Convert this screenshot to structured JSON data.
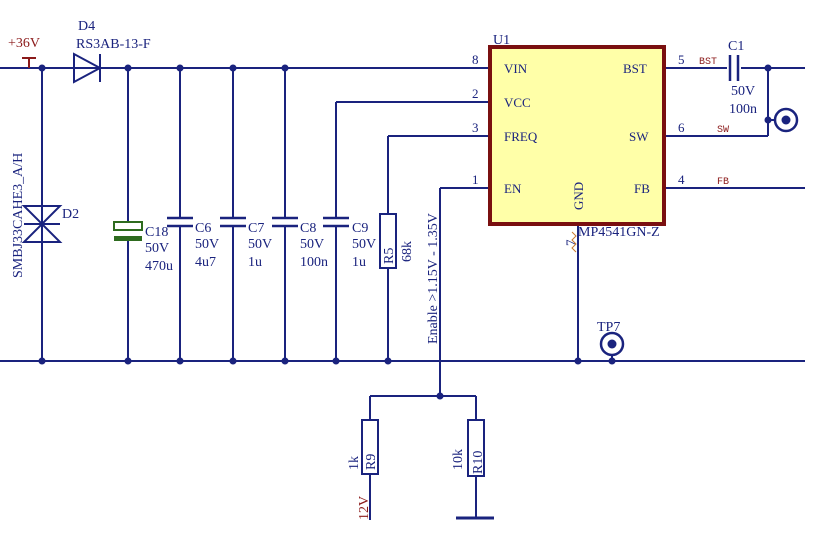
{
  "power": {
    "label": "+36V",
    "label2": "12V"
  },
  "u1": {
    "ref": "U1",
    "part": "MP4541GN-Z",
    "pins": [
      {
        "num": "8",
        "name": "VIN"
      },
      {
        "num": "2",
        "name": "VCC"
      },
      {
        "num": "3",
        "name": "FREQ"
      },
      {
        "num": "1",
        "name": "EN"
      },
      {
        "num": "5",
        "name": "BST"
      },
      {
        "num": "6",
        "name": "SW"
      },
      {
        "num": "4",
        "name": "FB"
      },
      {
        "num": "7",
        "name": "GND"
      }
    ]
  },
  "nets": {
    "bst": "BST",
    "sw": "SW",
    "fb": "FB"
  },
  "components": {
    "d4": {
      "ref": "D4",
      "value": "RS3AB-13-F"
    },
    "d2": {
      "ref": "D2",
      "value": "SMBJ33CAHE3_A/H"
    },
    "c18": {
      "ref": "C18",
      "v": "50V",
      "val": "470u"
    },
    "c6": {
      "ref": "C6",
      "v": "50V",
      "val": "4u7"
    },
    "c7": {
      "ref": "C7",
      "v": "50V",
      "val": "1u"
    },
    "c8": {
      "ref": "C8",
      "v": "50V",
      "val": "100n"
    },
    "c9": {
      "ref": "C9",
      "v": "50V",
      "val": "1u"
    },
    "c1": {
      "ref": "C1",
      "v": "50V",
      "val": "100n"
    },
    "r5": {
      "ref": "R5",
      "val": "68k"
    },
    "r9": {
      "ref": "R9",
      "val": "1k"
    },
    "r10": {
      "ref": "R10",
      "val": "10k"
    },
    "tp7": {
      "ref": "TP7"
    }
  },
  "enable_note": "Enable >1.15V - 1.35V",
  "colors": {
    "wire": "#1a237e",
    "ic_border": "#7a1010",
    "ic_fill": "#ffffa8",
    "net_label": "#8b1a1a",
    "cap_polar": "#2e6b1f"
  }
}
